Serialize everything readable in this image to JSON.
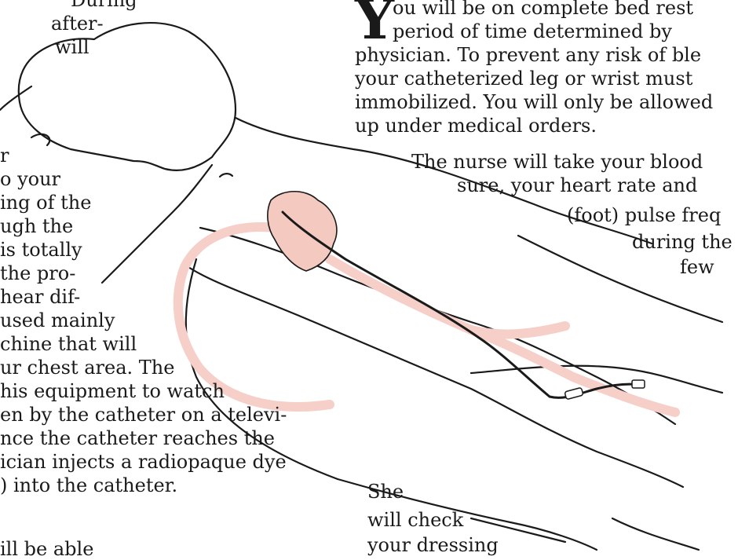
{
  "left_text": [
    "During",
    "after-",
    "will",
    "r",
    "o your",
    "ing of the",
    "ugh the",
    "is totally",
    "the pro-",
    "hear dif-",
    "used mainly",
    "chine that will",
    "ur chest area. The",
    "his equipment to watch",
    "en by the catheter on a televi-",
    "nce the catheter reaches the",
    "ician injects a radiopaque dye",
    ") into the catheter.",
    "ill be able"
  ],
  "right_intro": {
    "dropcap": "Y",
    "lines": [
      "ou will be on complete bed rest",
      "period of time determined by",
      "physician. To prevent any risk of ble",
      "your catheterized leg or wrist must",
      "immobilized. You will only be allowed",
      "up under medical orders."
    ]
  },
  "right_para2": [
    "The nurse will take your blood",
    "sure, your heart rate and",
    "(foot) pulse freq",
    "during the",
    "few"
  ],
  "bottom_text": [
    "She",
    "will check",
    "your dressing"
  ],
  "colors": {
    "artery": "#f5cfc8",
    "heart": "#f4c9c0",
    "ink": "#1a1a1a"
  }
}
